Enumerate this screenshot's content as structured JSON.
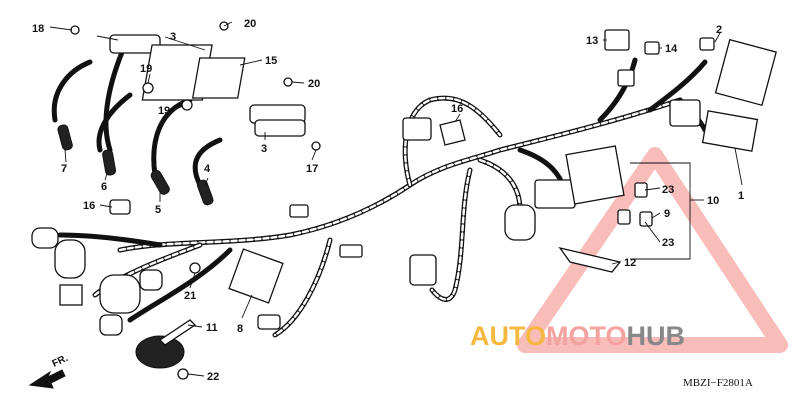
{
  "callouts": {
    "c1": "1",
    "c2": "2",
    "c3a": "3",
    "c3b": "3",
    "c4": "4",
    "c5": "5",
    "c6": "6",
    "c7": "7",
    "c8": "8",
    "c9": "9",
    "c10": "10",
    "c11": "11",
    "c12": "12",
    "c13": "13",
    "c14": "14",
    "c15": "15",
    "c16a": "16",
    "c16b": "16",
    "c17": "17",
    "c18": "18",
    "c19a": "19",
    "c19b": "19",
    "c20a": "20",
    "c20b": "20",
    "c21": "21",
    "c22": "22",
    "c23a": "23",
    "c23b": "23"
  },
  "front_label": "FR.",
  "diagram_code": "MBZI−F2801A",
  "watermark": {
    "part1": "AUTO",
    "part2": "MOTO",
    "part3": "HUB",
    "color1": "#f5b841",
    "color2": "#f4a3a0",
    "color3": "#888888"
  }
}
